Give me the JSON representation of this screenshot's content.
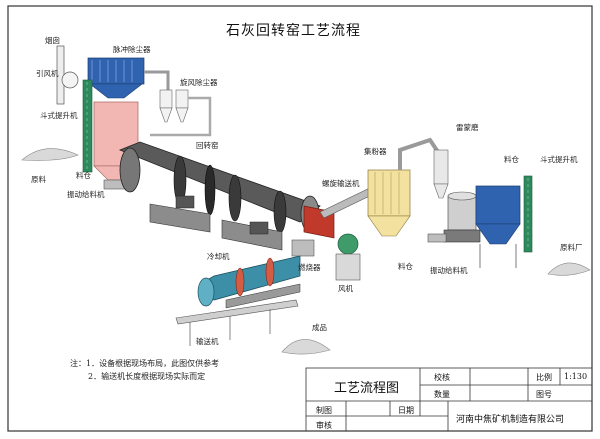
{
  "title": "石灰回转窑工艺流程",
  "labels": {
    "chimney": "烟囱",
    "induced_fan": "引风机",
    "pulse_dust_collector": "脉冲除尘器",
    "cyclone_dust_collector": "旋风除尘器",
    "bucket_elevator_left": "斗式提升机",
    "raw_material": "原料",
    "silo_left": "料仓",
    "vibrating_feeder_left": "振动给料机",
    "rotary_kiln": "回转窑",
    "screw_conveyor": "螺旋输送机",
    "combustion_chamber": "燃烧器",
    "blower": "风机",
    "cooler": "冷却机",
    "conveyor": "输送机",
    "finished_product": "成品",
    "powder_collector": "集粉器",
    "raymond_mill": "雷蒙磨",
    "silo_mid": "料仓",
    "silo_right": "料仓",
    "bucket_elevator_right": "斗式提升机",
    "vibrating_feeder_right": "振动给料机",
    "grinding_plant": "原料厂"
  },
  "notes": {
    "line1": "注：1．设备根据现场布局，此图仅供参考",
    "line2": "2．输送机长度根据现场实际而定"
  },
  "title_block": {
    "drawing_name": "工艺流程图",
    "check_label": "校核",
    "scale_label": "比例",
    "scale_value": "1:130",
    "quantity_label": "数量",
    "drawing_no_label": "图号",
    "drawn_label": "制图",
    "date_label": "日期",
    "review_label": "审核",
    "company": "河南中焦矿机制造有限公司"
  },
  "colors": {
    "kiln_body": "#4a4a4a",
    "elevator_green": "#2e8a5c",
    "silo_pink": "#f2b7b2",
    "dust_collector_blue": "#2f63b0",
    "cooler_teal": "#3c8fa6",
    "burner_red": "#c0392b",
    "collector_yellow": "#f3e1a0"
  }
}
